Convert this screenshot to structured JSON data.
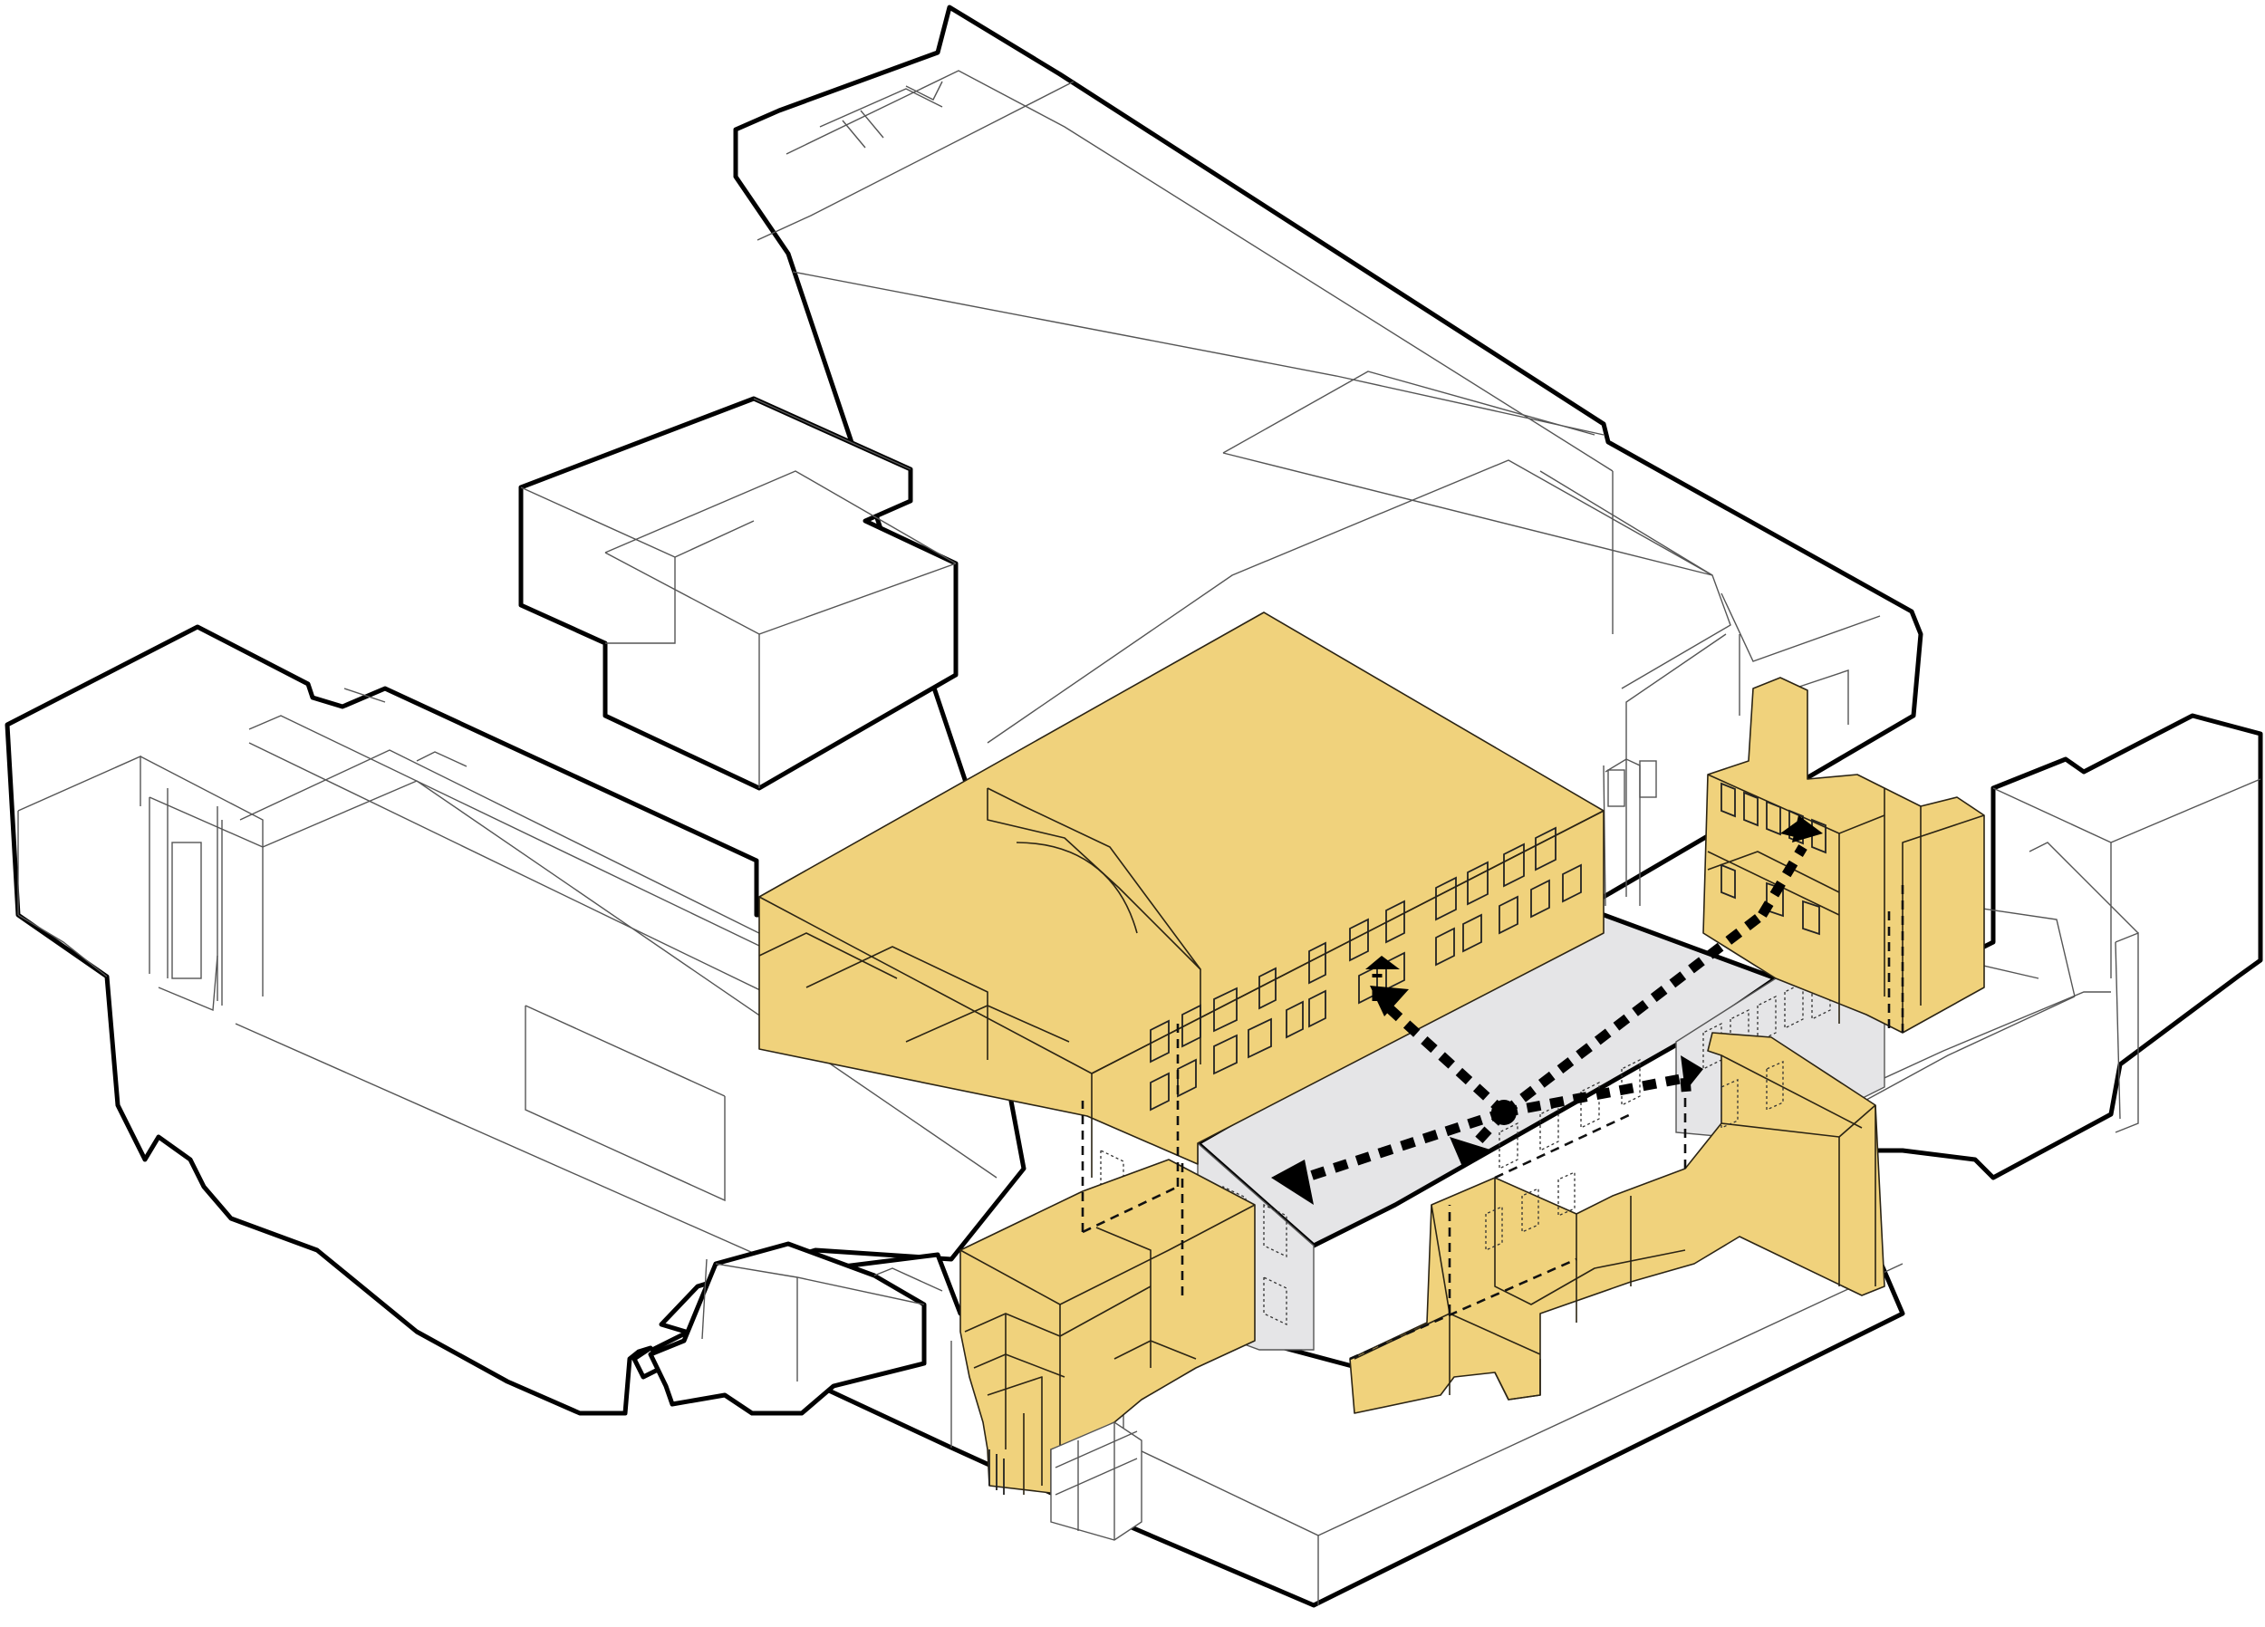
{
  "colors": {
    "background": "#ffffff",
    "building_fill": "#ffffff",
    "outline": "#000000",
    "proposed_fill": "#f0d27c",
    "courtyard_fill": "#e5e5e7",
    "circulation_arrows": "#000000"
  },
  "diagram": {
    "type": "axonometric site massing diagram",
    "highlighted_volumes": [
      "north-west-block",
      "north-east-tower",
      "south-west-block",
      "south-east-wing"
    ],
    "existing_buildings": [
      "long-hall",
      "twin-boxes",
      "west-wing",
      "east-block",
      "south-block"
    ],
    "open_space": "central-courtyard",
    "circulation_hub_arrow_count": 5
  }
}
